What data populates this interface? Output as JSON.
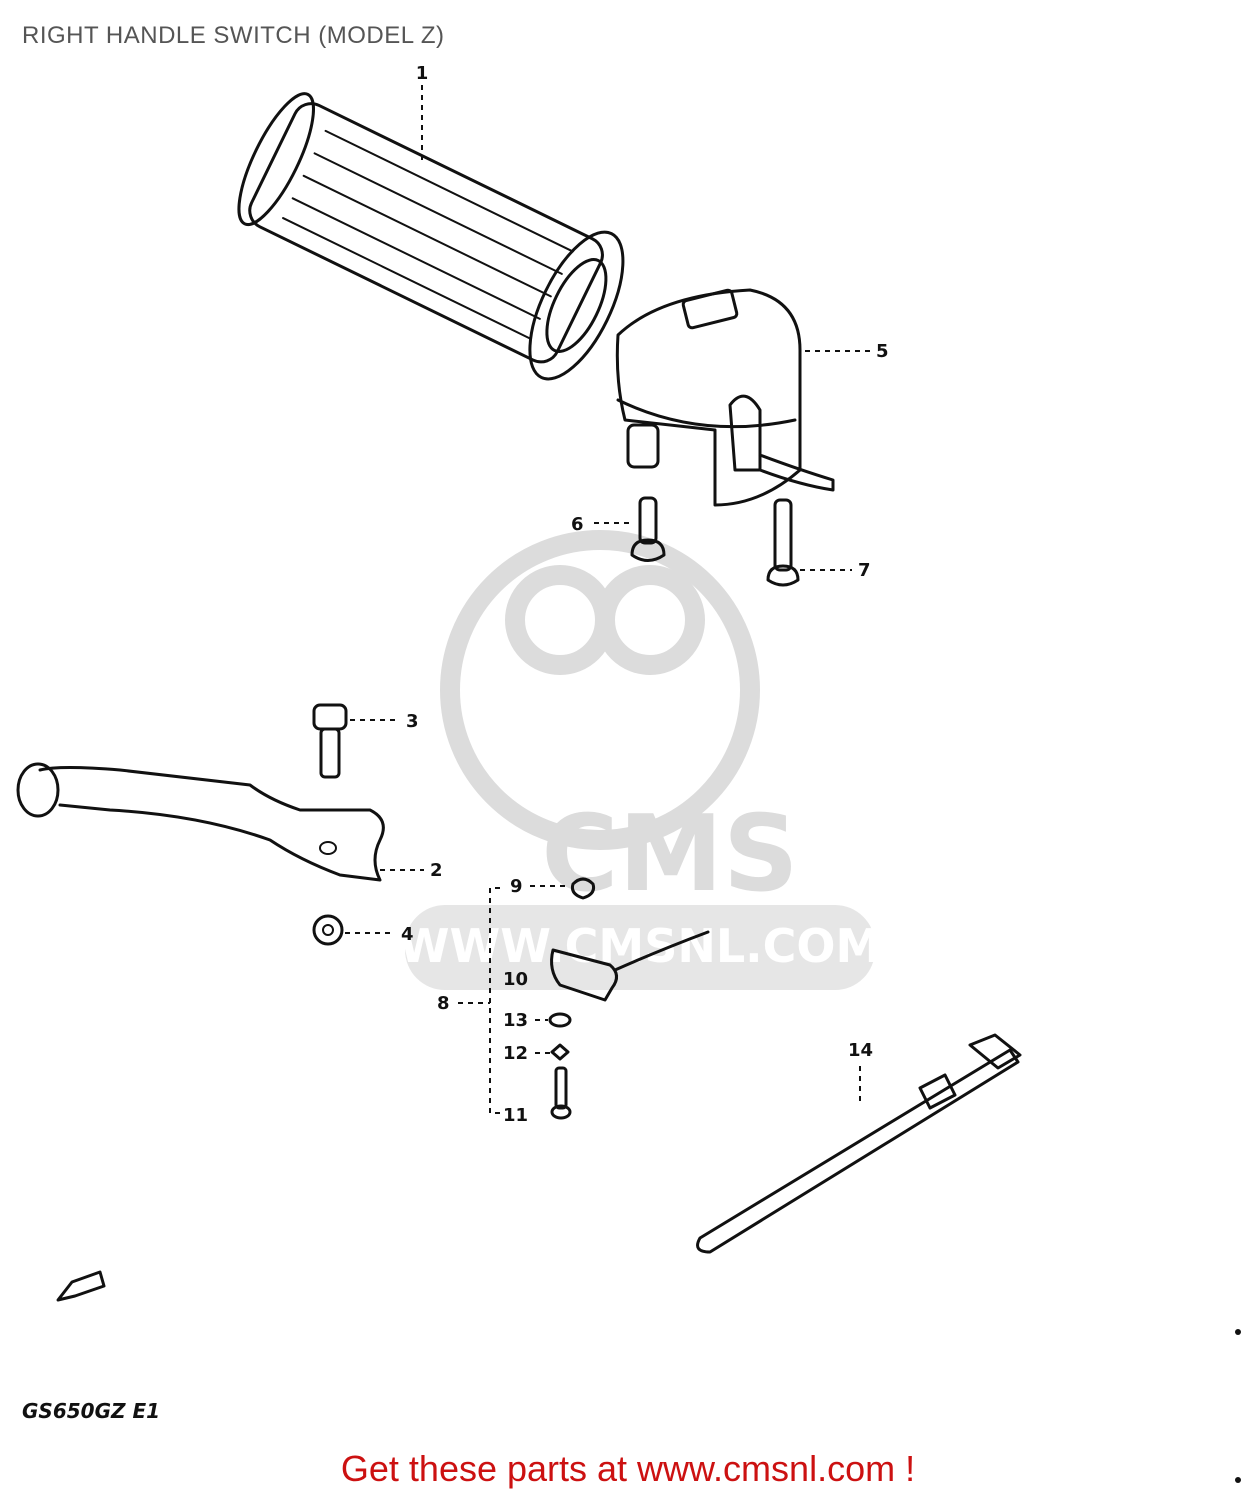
{
  "title": "RIGHT HANDLE SWITCH (MODEL Z)",
  "watermark": {
    "brand": "CMS",
    "site": "WWW.CMSNL.COM"
  },
  "part_labels": {
    "p1": "1",
    "p2": "2",
    "p3": "3",
    "p4": "4",
    "p5": "5",
    "p6": "6",
    "p7": "7",
    "p8": "8",
    "p9": "9",
    "p10": "10",
    "p11": "11",
    "p12": "12",
    "p13": "13",
    "p14": "14"
  },
  "model_code": "GS650GZ E1",
  "footer": "Get these parts at www.cmsnl.com !",
  "colors": {
    "ink": "#111111",
    "title": "#555555",
    "footer": "#cc1111",
    "watermark": "#dcdcdc"
  }
}
